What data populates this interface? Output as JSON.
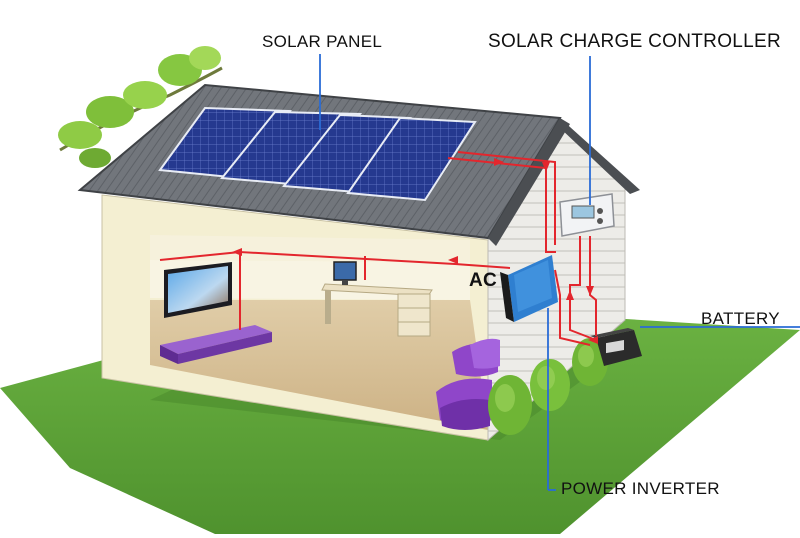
{
  "labels": {
    "solar_panel": "SOLAR PANEL",
    "charge_controller": "SOLAR CHARGE CONTROLLER",
    "battery": "BATTERY",
    "power_inverter": "POWER INVERTER",
    "ac": "AC"
  },
  "colors": {
    "grass": "#5ea33a",
    "roof": "#6f7378",
    "wall_front": "#f4efd2",
    "wall_side": "#ecebe6",
    "floor": "#d9c39c",
    "panel": "#22348a",
    "wire": "#e3262d",
    "leader_line": "#2a6cd6",
    "inverter": "#2f7fd0",
    "furniture": "#7e3fb6"
  }
}
